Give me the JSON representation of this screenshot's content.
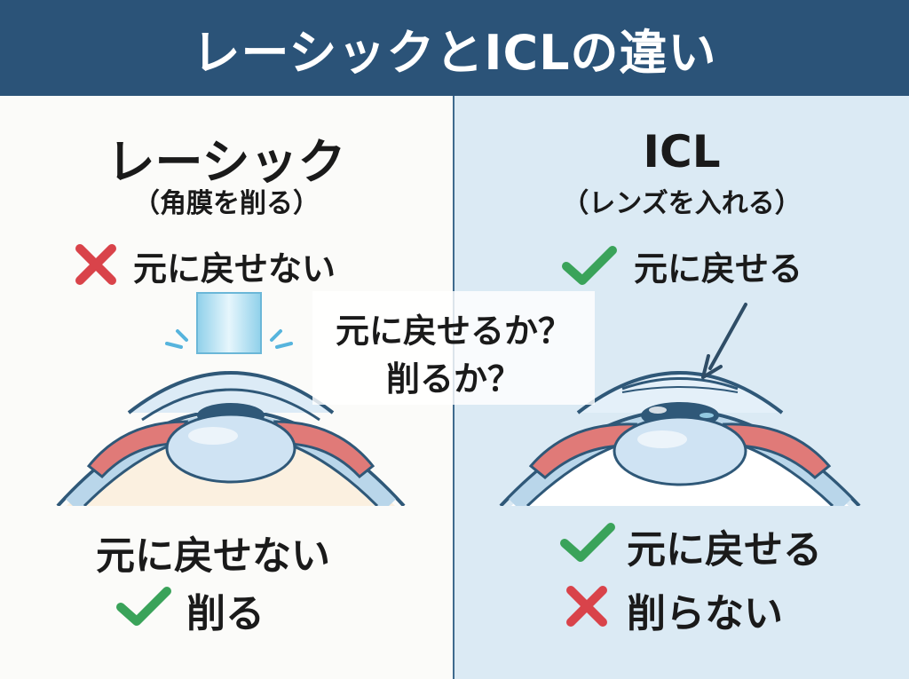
{
  "header": {
    "title": "レーシックとICLの違い"
  },
  "left": {
    "title": "レーシック",
    "subtitle": "（角膜を削る）",
    "top_status": {
      "icon": "cross-icon",
      "text": "元に戻せない"
    },
    "bottom_heading": "元に戻せない",
    "bottom_status": {
      "icon": "check-icon",
      "text": "削る"
    }
  },
  "right": {
    "title": "ICL",
    "subtitle": "（レンズを入れる）",
    "top_status": {
      "icon": "check-icon",
      "text": "元に戻せる"
    },
    "bottom_items": [
      {
        "icon": "check-icon",
        "text": "元に戻せる"
      },
      {
        "icon": "cross-icon",
        "text": "削らない"
      }
    ]
  },
  "center": {
    "line1": "元に戻せるか？",
    "line2": "削るか？"
  },
  "colors": {
    "header_bg": "#2b5378",
    "right_bg": "#dbeaf4",
    "check": "#3aa35a",
    "cross": "#d9434a",
    "eye_outline": "#2f5878",
    "iris": "#e07a78",
    "lens": "#cfe3f3"
  }
}
